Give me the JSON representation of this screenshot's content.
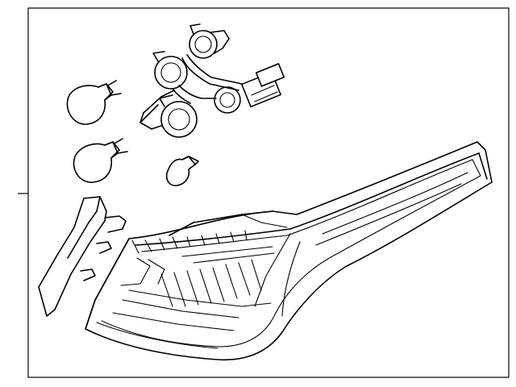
{
  "diagram": {
    "description_visible_text": "",
    "colors": {
      "line": "#000000",
      "background": "#ffffff"
    },
    "parts": [
      {
        "id": "tail-lamp-assembly",
        "icon": "tail-lamp-icon"
      },
      {
        "id": "bulb-socket-harness",
        "icon": "wiring-harness-icon"
      },
      {
        "id": "bulb-large-upper",
        "icon": "bulb-icon"
      },
      {
        "id": "bulb-large-lower",
        "icon": "bulb-icon"
      },
      {
        "id": "bulb-small",
        "icon": "bulb-icon"
      },
      {
        "id": "mounting-bracket",
        "icon": "bracket-icon"
      }
    ]
  }
}
